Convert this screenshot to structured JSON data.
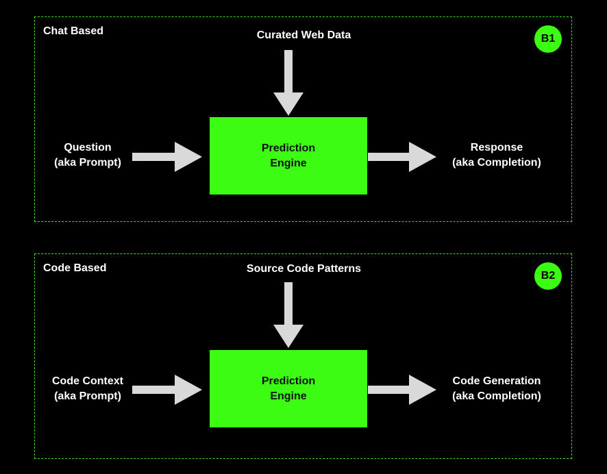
{
  "diagram": {
    "panels": [
      {
        "id": "b1",
        "title": "Chat Based",
        "badge": "B1",
        "source_label": "Curated Web Data",
        "input_label_line1": "Question",
        "input_label_line2": "(aka Prompt)",
        "engine_line1": "Prediction",
        "engine_line2": "Engine",
        "output_label_line1": "Response",
        "output_label_line2": "(aka Completion)"
      },
      {
        "id": "b2",
        "title": "Code Based",
        "badge": "B2",
        "source_label": "Source Code Patterns",
        "input_label_line1": "Code Context",
        "input_label_line2": "(aka Prompt)",
        "engine_line1": "Prediction",
        "engine_line2": "Engine",
        "output_label_line1": "Code Generation",
        "output_label_line2": "(aka Completion)"
      }
    ],
    "colors": {
      "background": "#000000",
      "accent_green": "#3dfc14",
      "border_green": "#3ddc1e",
      "arrow_gray": "#d9d9d9",
      "text_white": "#ffffff"
    }
  }
}
